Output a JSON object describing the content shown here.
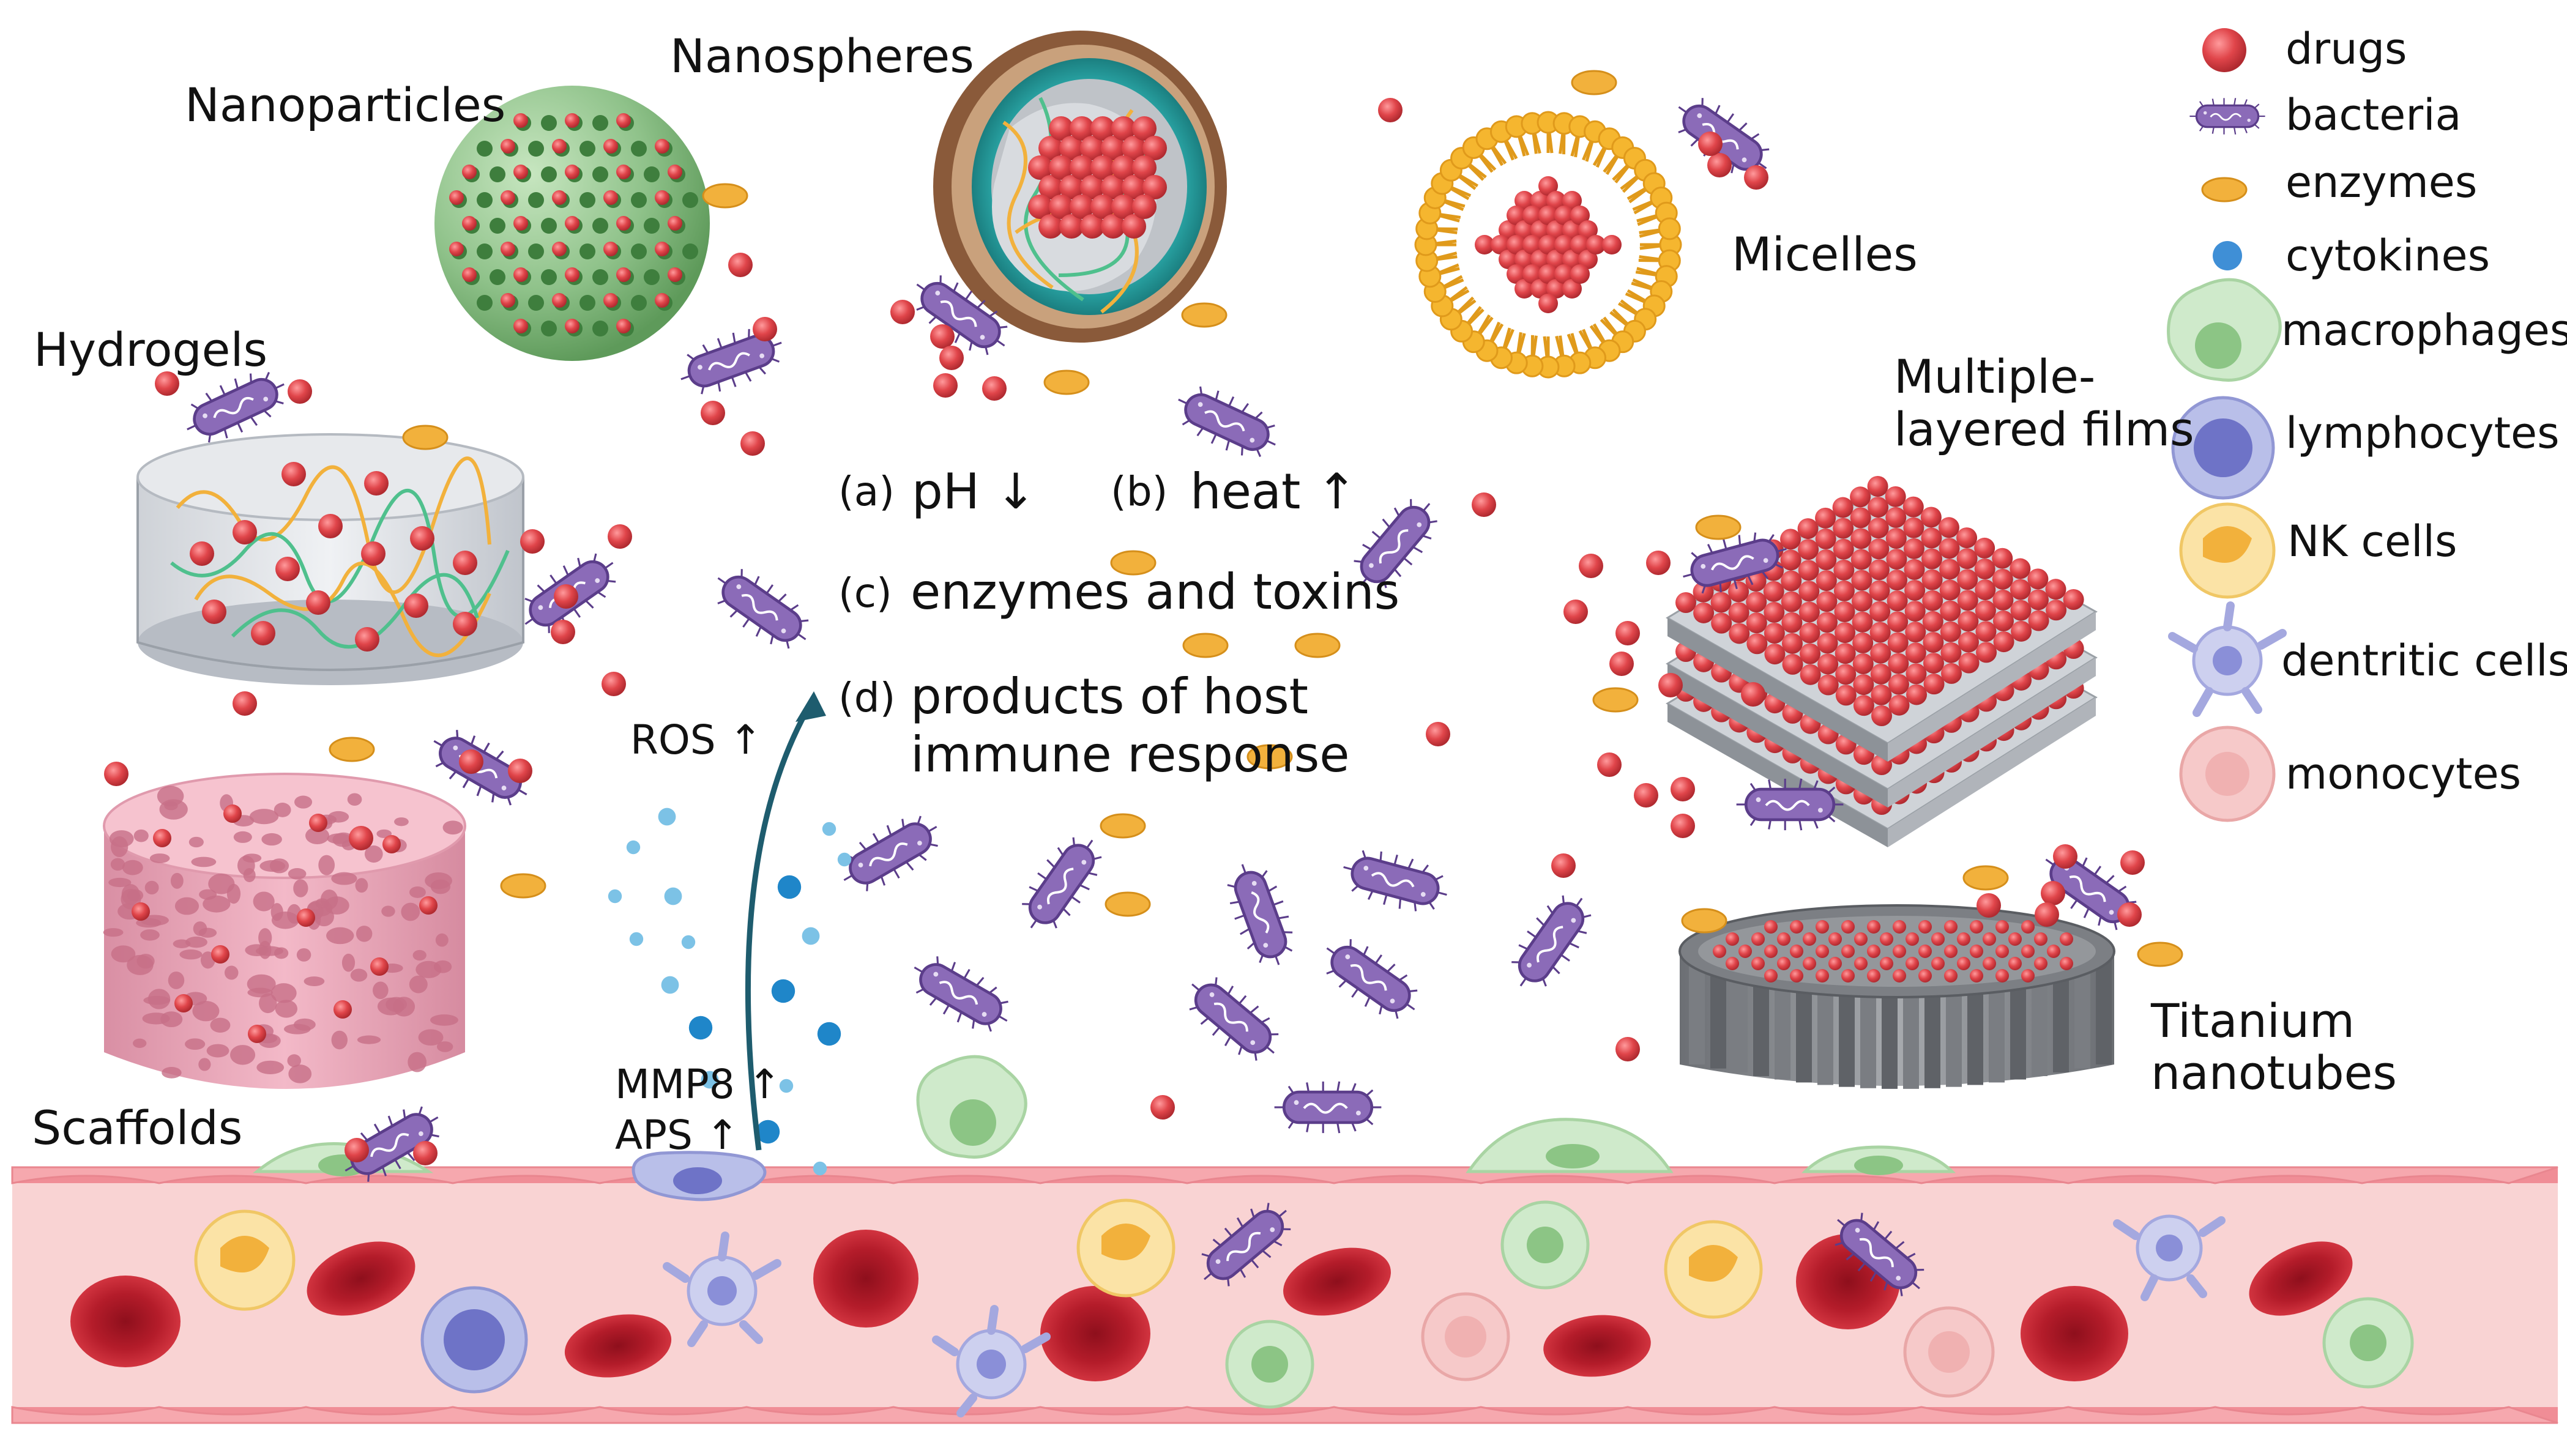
{
  "carriers": {
    "nanoparticles": "Nanoparticles",
    "nanospheres": "Nanospheres",
    "micelles": "Micelles",
    "hydrogels": "Hydrogels",
    "multilayer_line1": "Multiple-",
    "multilayer_line2": "layered films",
    "scaffolds": "Scaffolds",
    "titanium_line1": "Titanium",
    "titanium_line2": "nanotubes"
  },
  "conditions": {
    "a_letter": "(a)",
    "a_text": "pH ↓",
    "b_letter": "(b)",
    "b_text": "heat ↑",
    "c_letter": "(c)",
    "c_text": "enzymes and toxins",
    "d_letter": "(d)",
    "d_line1": "products of host",
    "d_line2": "immune response"
  },
  "markers": {
    "ros": "ROS ↑",
    "mmp8": "MMP8 ↑",
    "aps": "APS ↑"
  },
  "legend": [
    {
      "label": "drugs",
      "icon": "drug-icon",
      "color": "#e0454a"
    },
    {
      "label": "bacteria",
      "icon": "bacteria-icon",
      "color": "#8b6bb8"
    },
    {
      "label": "enzymes",
      "icon": "enzyme-icon",
      "color": "#f2b13c"
    },
    {
      "label": "cytokines",
      "icon": "cytokine-icon",
      "color": "#3f8fd6"
    },
    {
      "label": "macrophages",
      "icon": "macrophage-icon",
      "color": "#cfeacb"
    },
    {
      "label": "lymphocytes",
      "icon": "lymphocyte-icon",
      "color": "#b9bfe9"
    },
    {
      "label": "NK cells",
      "icon": "nk-cell-icon",
      "color": "#fbe3a6"
    },
    {
      "label": "dentritic cells",
      "icon": "dendritic-cell-icon",
      "color": "#cdd0ef"
    },
    {
      "label": "monocytes",
      "icon": "monocyte-icon",
      "color": "#f6c9c9"
    }
  ],
  "colors": {
    "vessel": "#f9d3d3",
    "vessel_wall": "#f08d96",
    "rbc": "#c8222f",
    "arrow": "#1e5c6e",
    "micelle_head": "#f5b62f",
    "nanoparticle": "#8fc28a"
  }
}
